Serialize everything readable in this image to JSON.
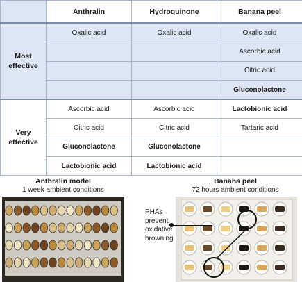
{
  "table": {
    "headers": [
      "",
      "Anthralin",
      "Hydroquinone",
      "Banana peel"
    ],
    "groups": [
      {
        "label_line1": "Most",
        "label_line2": "effective",
        "rows": [
          [
            "Oxalic acid",
            "Oxalic acid",
            "Oxalic acid"
          ],
          [
            "",
            "",
            "Ascorbic acid"
          ],
          [
            "",
            "",
            "Citric acid"
          ],
          [
            "",
            "",
            "Gluconolactone"
          ]
        ]
      },
      {
        "label_line1": "Very",
        "label_line2": "effective",
        "rows": [
          [
            "Ascorbic acid",
            "Ascorbic acid",
            "Lactobionic acid"
          ],
          [
            "Citric acid",
            "Citric acid",
            "Tartaric acid"
          ],
          [
            "Gluconolactone",
            "Gluconolactone",
            ""
          ],
          [
            "Lactobionic acid",
            "Lactobionic acid",
            ""
          ]
        ]
      }
    ]
  },
  "left_panel": {
    "title": "Anthralin model",
    "subtitle": "1 week ambient conditions"
  },
  "right_panel": {
    "title": "Banana peel",
    "subtitle": "72 hours ambient conditions"
  },
  "annotation": {
    "line1": "PHAs",
    "line2": "prevent",
    "line3": "oxidative",
    "line4": "browning"
  },
  "colors": {
    "shaded_cell": "#dde6f4",
    "grid": "#a9b5c9"
  }
}
